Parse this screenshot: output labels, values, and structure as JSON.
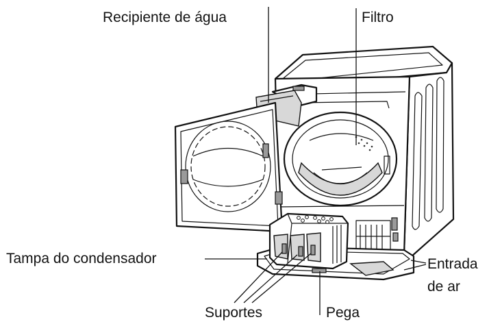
{
  "labels": {
    "water_container": "Recipiente de água",
    "filter": "Filtro",
    "condenser_cover": "Tampa do condensador",
    "air_inlet_line1": "Entrada",
    "air_inlet_line2": "de ar",
    "supports": "Suportes",
    "handle": "Pega"
  }
}
